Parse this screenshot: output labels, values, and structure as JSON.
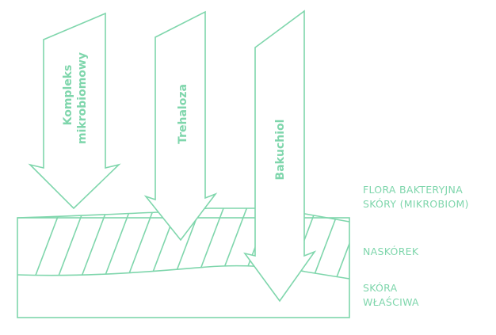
{
  "colors": {
    "accent": "#7fd6ac",
    "background": "#ffffff"
  },
  "arrows": [
    {
      "lines": [
        "Kompleks",
        "mikrobiomowy"
      ]
    },
    {
      "lines": [
        "Trehaloza"
      ]
    },
    {
      "lines": [
        "Bakuchiol"
      ]
    }
  ],
  "layers": [
    {
      "lines": [
        "FLORA BAKTERYJNA",
        "SKÓRY (MIKROBIOM)"
      ]
    },
    {
      "lines": [
        "NASKÓREK"
      ]
    },
    {
      "lines": [
        "SKÓRA",
        "WŁAŚCIWA"
      ]
    }
  ]
}
